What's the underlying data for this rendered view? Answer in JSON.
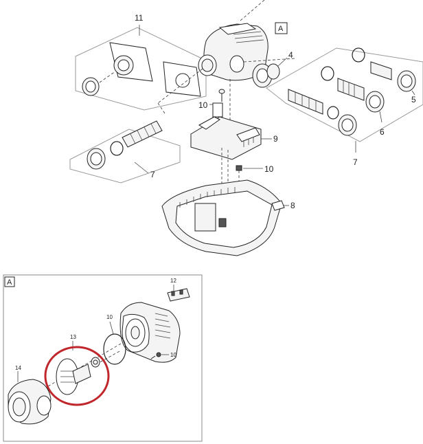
{
  "diagram": {
    "callouts": {
      "housing": "11",
      "detail_ref": "A",
      "outlet_adapter": "4",
      "hose_tail_large": "5",
      "hose_tail_medium": "6",
      "hose_tail_small": "7",
      "left_hose_tail": "7",
      "screw_top": "10",
      "mount_bracket": "9",
      "clip": "10",
      "base_tray": "8"
    },
    "detail": {
      "box_label": "A",
      "callouts": {
        "cable_clip": "12",
        "o_ring": "10",
        "rotor": "13",
        "front_cover": "14",
        "screw": "10"
      }
    }
  }
}
